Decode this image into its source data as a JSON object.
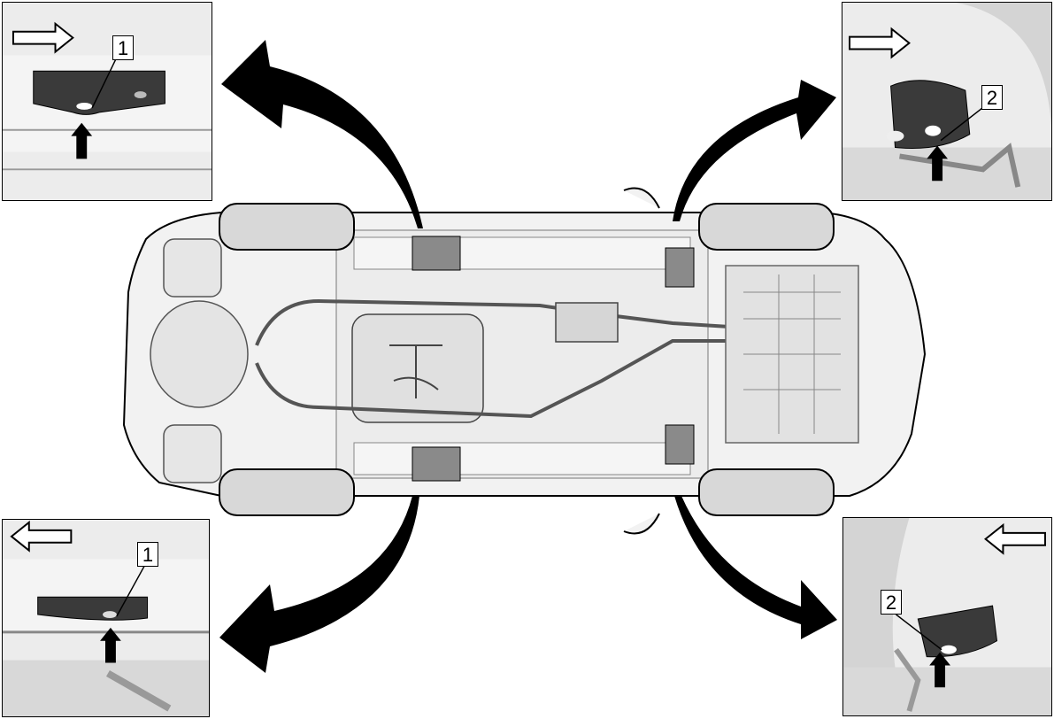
{
  "callouts": {
    "top_left": "1",
    "top_right": "2",
    "bottom_left": "1",
    "bottom_right": "2"
  },
  "icons": {
    "direction_arrow": "hollow-arrow",
    "point_arrow": "solid-up-arrow",
    "curved_arrow": "curved-callout-arrow"
  },
  "colors": {
    "line": "#000000",
    "part_fill": "#3a3a3a",
    "body_fill": "#f2f2f2",
    "tire_fill": "#d8d8d8",
    "background": "#ffffff"
  }
}
